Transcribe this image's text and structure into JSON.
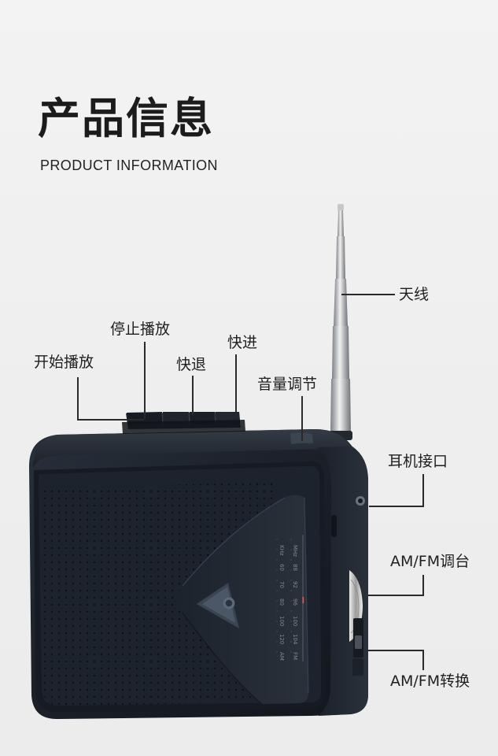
{
  "header": {
    "title_zh": "产品信息",
    "title_en": "PRODUCT INFORMATION"
  },
  "callouts": {
    "start_play": "开始播放",
    "stop_play": "停止播放",
    "rewind": "快退",
    "fast_forward": "快进",
    "volume": "音量调节",
    "antenna": "天线",
    "headphone_jack": "耳机接口",
    "am_fm_tuning": "AM/FM调台",
    "am_fm_switch": "AM/FM转换"
  },
  "colors": {
    "background": "#efefef",
    "device_body": "#1d222b",
    "leader_line": "#2a2a2a"
  },
  "icons": {
    "play_icon": "play-triangle-icon",
    "logo": "circle-logo-icon"
  }
}
